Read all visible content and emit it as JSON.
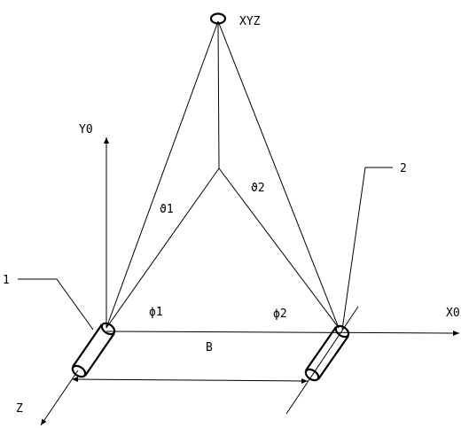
{
  "labels": {
    "point_xyz": "XYZ",
    "axis_y0": "Y0",
    "axis_x0": "X0",
    "axis_z": "Z",
    "camera_1": "1",
    "camera_2": "2",
    "theta1": "ϑ1",
    "theta2": "ϑ2",
    "phi1": "ϕ1",
    "phi2": "ϕ2",
    "baseline": "B"
  },
  "colors": {
    "stroke": "#000000",
    "background": "#ffffff"
  }
}
